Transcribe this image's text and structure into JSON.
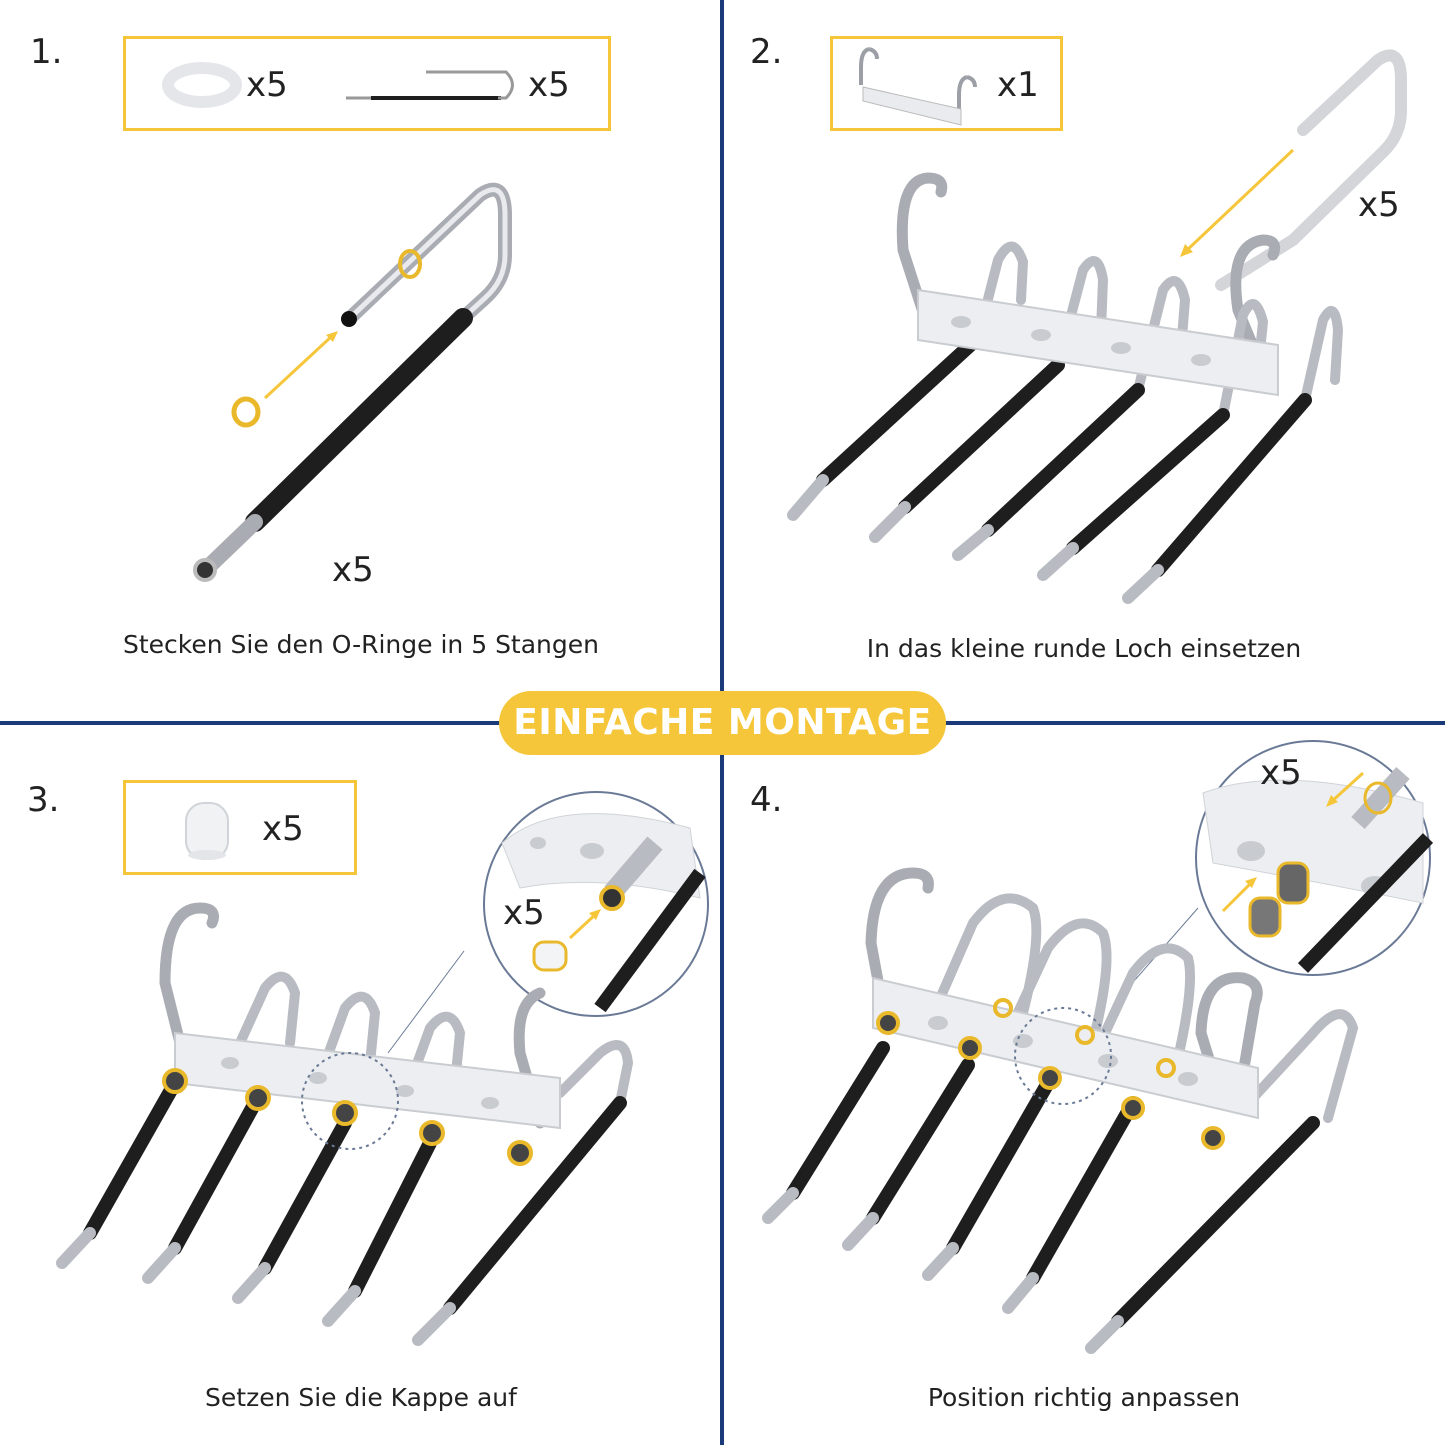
{
  "banner": {
    "title": "EINFACHE MONTAGE"
  },
  "colors": {
    "divider": "#1b3a7a",
    "accent": "#f6c63a",
    "rod_black": "#1e1e1e",
    "metal": "#b8bcc2"
  },
  "steps": [
    {
      "number": "1.",
      "parts": [
        {
          "icon": "o-ring-icon",
          "qty": "x5"
        },
        {
          "icon": "rod-icon",
          "qty": "x5"
        }
      ],
      "extra_qty": "x5",
      "caption": "Stecken Sie den O-Ringe in 5 Stangen"
    },
    {
      "number": "2.",
      "parts": [
        {
          "icon": "hanger-bar-icon",
          "qty": "x1"
        }
      ],
      "extra_qty": "x5",
      "caption": "In das kleine runde Loch einsetzen"
    },
    {
      "number": "3.",
      "parts": [
        {
          "icon": "cap-icon",
          "qty": "x5"
        }
      ],
      "extra_qty": "x5",
      "caption": "Setzen Sie die Kappe auf"
    },
    {
      "number": "4.",
      "parts": [],
      "extra_qty": "x5",
      "caption": "Position richtig anpassen"
    }
  ]
}
